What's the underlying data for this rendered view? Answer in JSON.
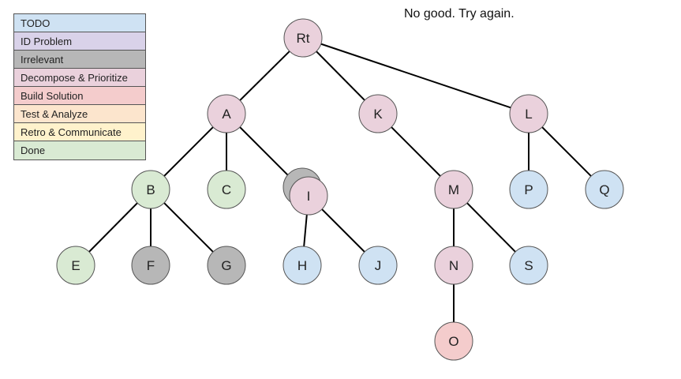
{
  "message": "No good. Try again.",
  "legend": {
    "items": [
      {
        "label": "TODO",
        "color": "#cfe2f3"
      },
      {
        "label": "ID Problem",
        "color": "#d9d2e9"
      },
      {
        "label": "Irrelevant",
        "color": "#b7b7b7"
      },
      {
        "label": "Decompose & Prioritize",
        "color": "#ead1dc"
      },
      {
        "label": "Build Solution",
        "color": "#f4cccc"
      },
      {
        "label": "Test & Analyze",
        "color": "#fce5cd"
      },
      {
        "label": "Retro & Communicate",
        "color": "#fff2cc"
      },
      {
        "label": "Done",
        "color": "#d9ead3"
      }
    ]
  },
  "nodes": [
    {
      "id": "Rt",
      "label": "Rt",
      "status": "Decompose & Prioritize"
    },
    {
      "id": "A",
      "label": "A",
      "status": "Decompose & Prioritize"
    },
    {
      "id": "K",
      "label": "K",
      "status": "Decompose & Prioritize"
    },
    {
      "id": "L",
      "label": "L",
      "status": "Decompose & Prioritize"
    },
    {
      "id": "B",
      "label": "B",
      "status": "Done"
    },
    {
      "id": "C",
      "label": "C",
      "status": "Done"
    },
    {
      "id": "I_shadow",
      "label": "",
      "status": "Irrelevant"
    },
    {
      "id": "I",
      "label": "I",
      "status": "Decompose & Prioritize"
    },
    {
      "id": "M",
      "label": "M",
      "status": "Decompose & Prioritize"
    },
    {
      "id": "P",
      "label": "P",
      "status": "TODO"
    },
    {
      "id": "Q",
      "label": "Q",
      "status": "TODO"
    },
    {
      "id": "E",
      "label": "E",
      "status": "Done"
    },
    {
      "id": "F",
      "label": "F",
      "status": "Irrelevant"
    },
    {
      "id": "G",
      "label": "G",
      "status": "Irrelevant"
    },
    {
      "id": "H",
      "label": "H",
      "status": "TODO"
    },
    {
      "id": "J",
      "label": "J",
      "status": "TODO"
    },
    {
      "id": "N",
      "label": "N",
      "status": "Decompose & Prioritize"
    },
    {
      "id": "S",
      "label": "S",
      "status": "TODO"
    },
    {
      "id": "O",
      "label": "O",
      "status": "Build Solution"
    }
  ],
  "edges": [
    [
      "Rt",
      "A"
    ],
    [
      "Rt",
      "K"
    ],
    [
      "Rt",
      "L"
    ],
    [
      "A",
      "B"
    ],
    [
      "A",
      "C"
    ],
    [
      "A",
      "I"
    ],
    [
      "K",
      "M"
    ],
    [
      "L",
      "P"
    ],
    [
      "L",
      "Q"
    ],
    [
      "B",
      "E"
    ],
    [
      "B",
      "F"
    ],
    [
      "B",
      "G"
    ],
    [
      "I",
      "H"
    ],
    [
      "I",
      "J"
    ],
    [
      "M",
      "N"
    ],
    [
      "M",
      "S"
    ],
    [
      "N",
      "O"
    ]
  ]
}
